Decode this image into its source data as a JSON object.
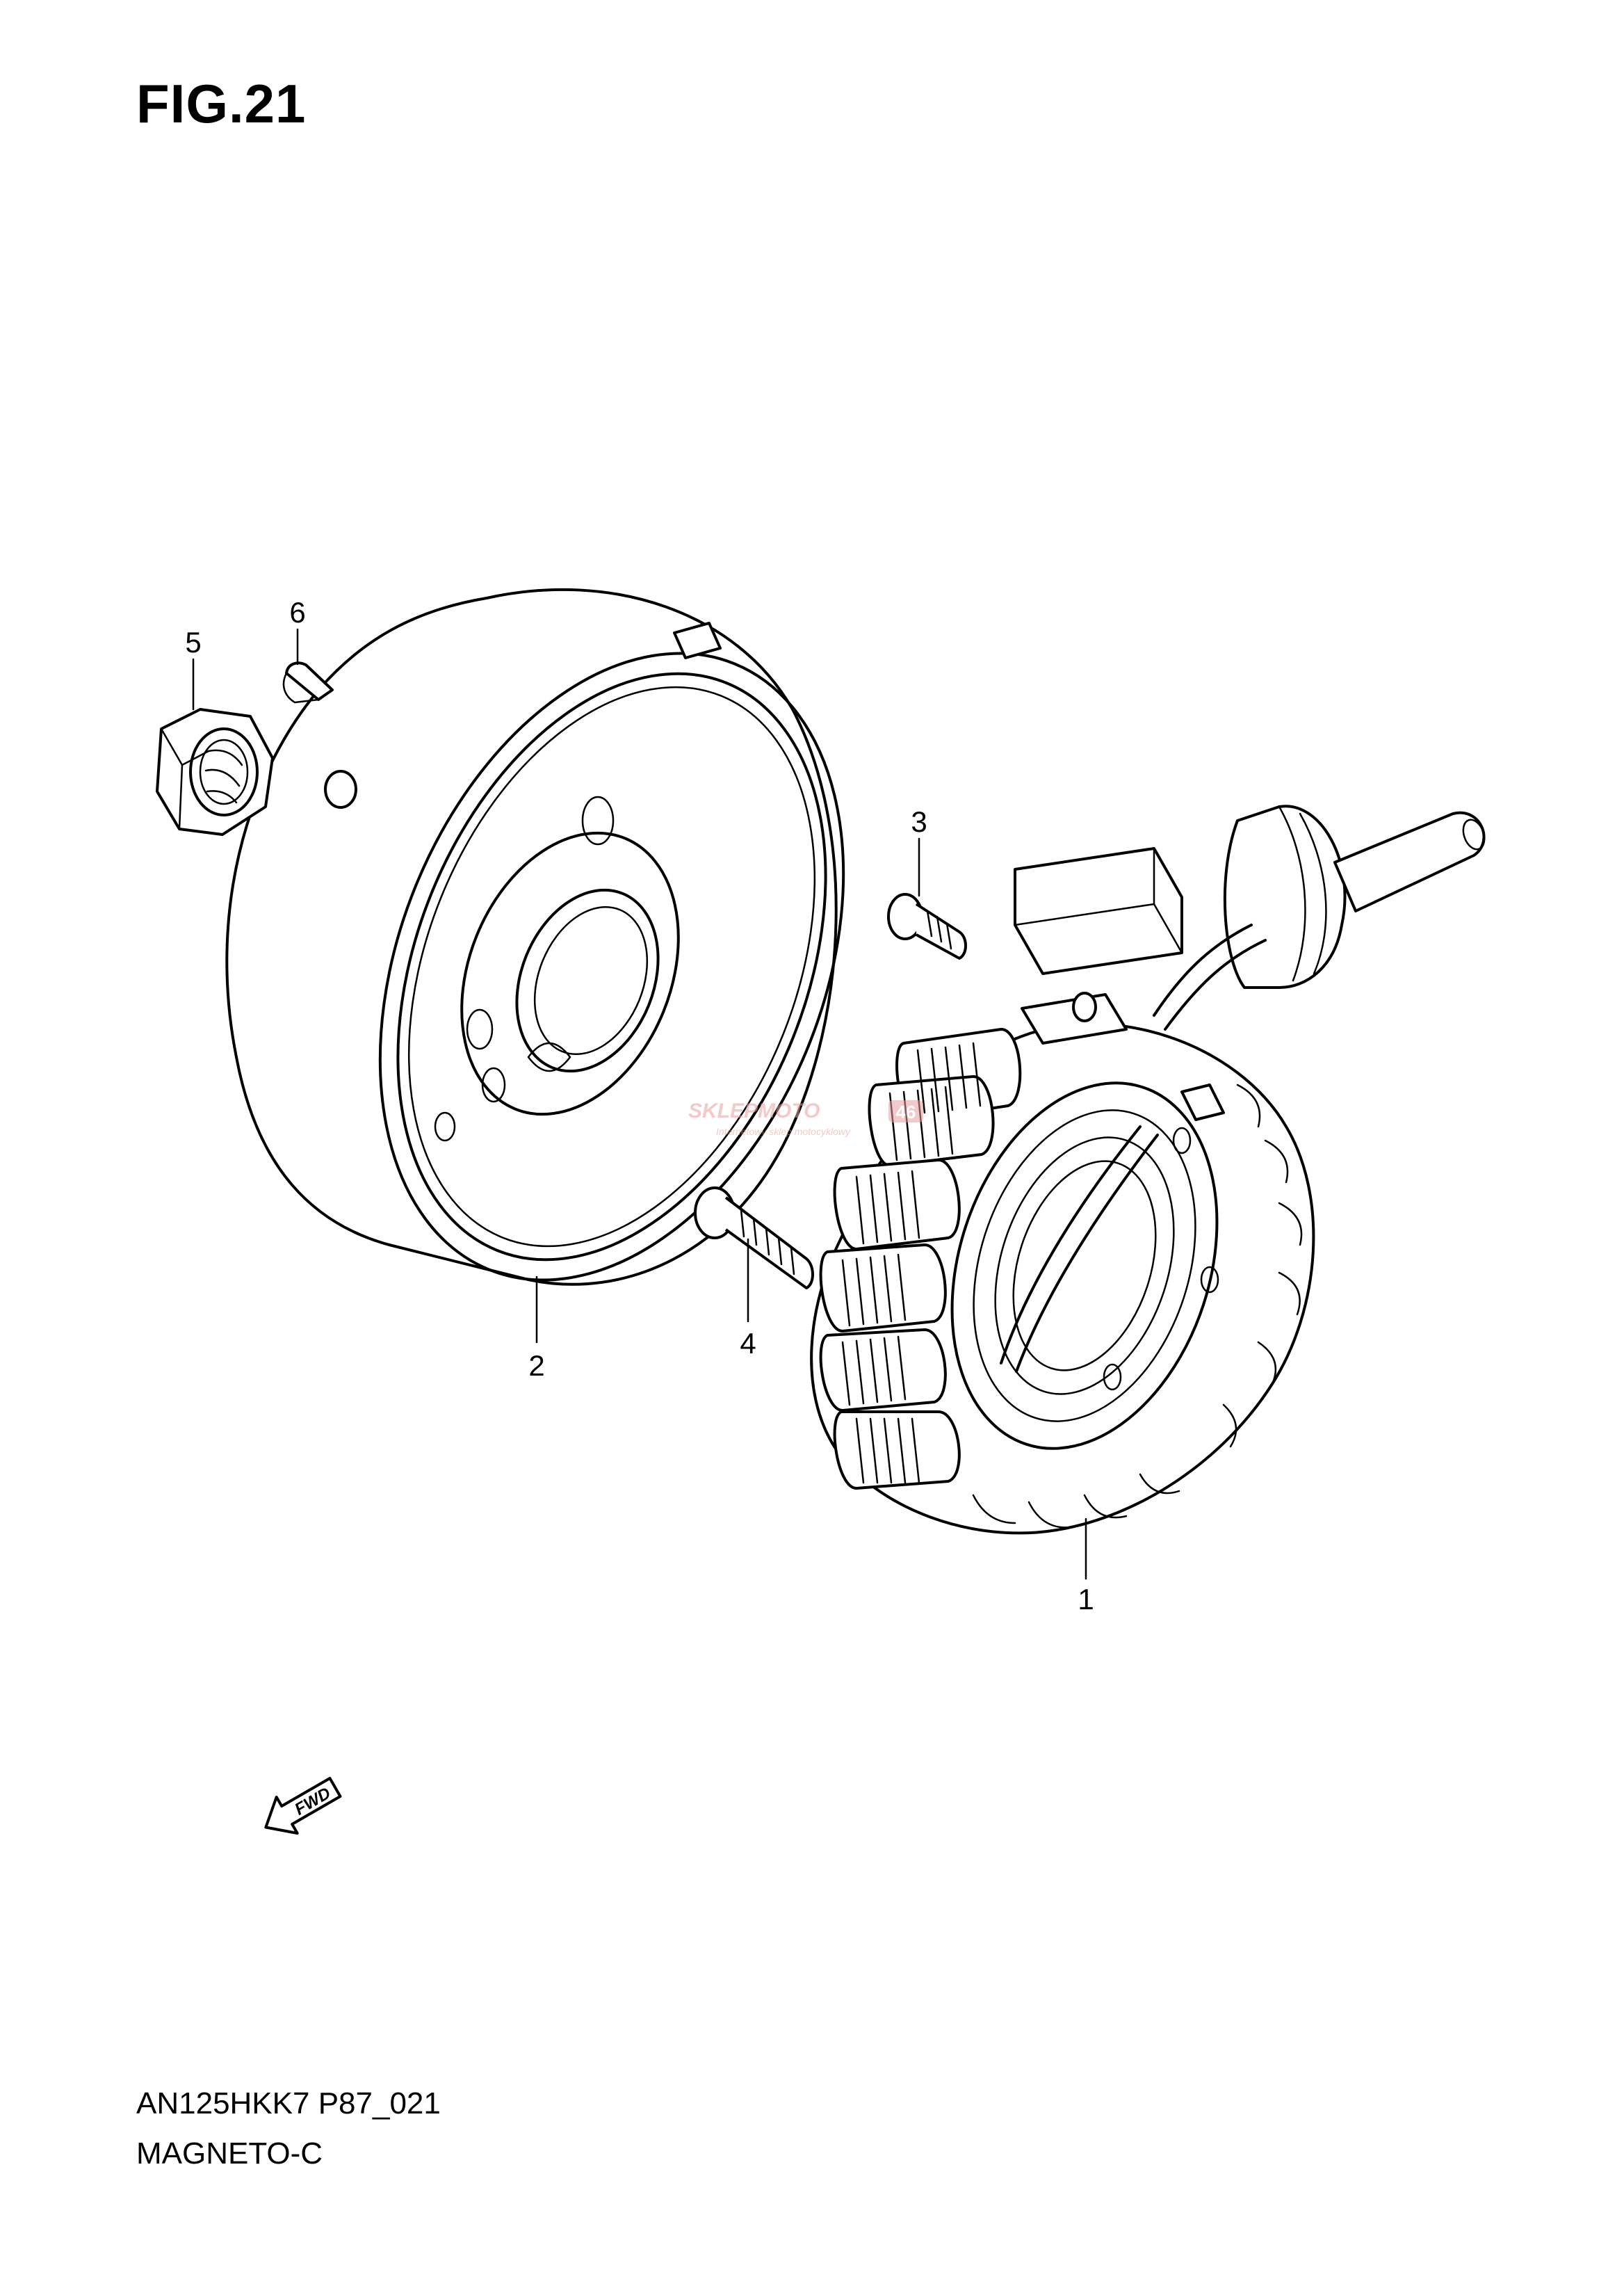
{
  "figure": {
    "title": "FIG.21",
    "model_code": "AN125HKK7 P87_021",
    "section_name": "MAGNETO-C"
  },
  "watermark": {
    "brand_main": "SKLEPMOTO",
    "brand_badge": "46",
    "tagline": "Internetowy sklep motocyklowy"
  },
  "direction_marker": {
    "label": "FWD"
  },
  "parts": [
    {
      "id": "stator",
      "callout": "1"
    },
    {
      "id": "rotor",
      "callout": "2"
    },
    {
      "id": "screw-small",
      "callout": "3"
    },
    {
      "id": "screw-long",
      "callout": "4"
    },
    {
      "id": "nut",
      "callout": "5"
    },
    {
      "id": "key",
      "callout": "6"
    }
  ],
  "colors": {
    "line": "#000000",
    "background": "#ffffff",
    "watermark": "#e8a0a0"
  }
}
